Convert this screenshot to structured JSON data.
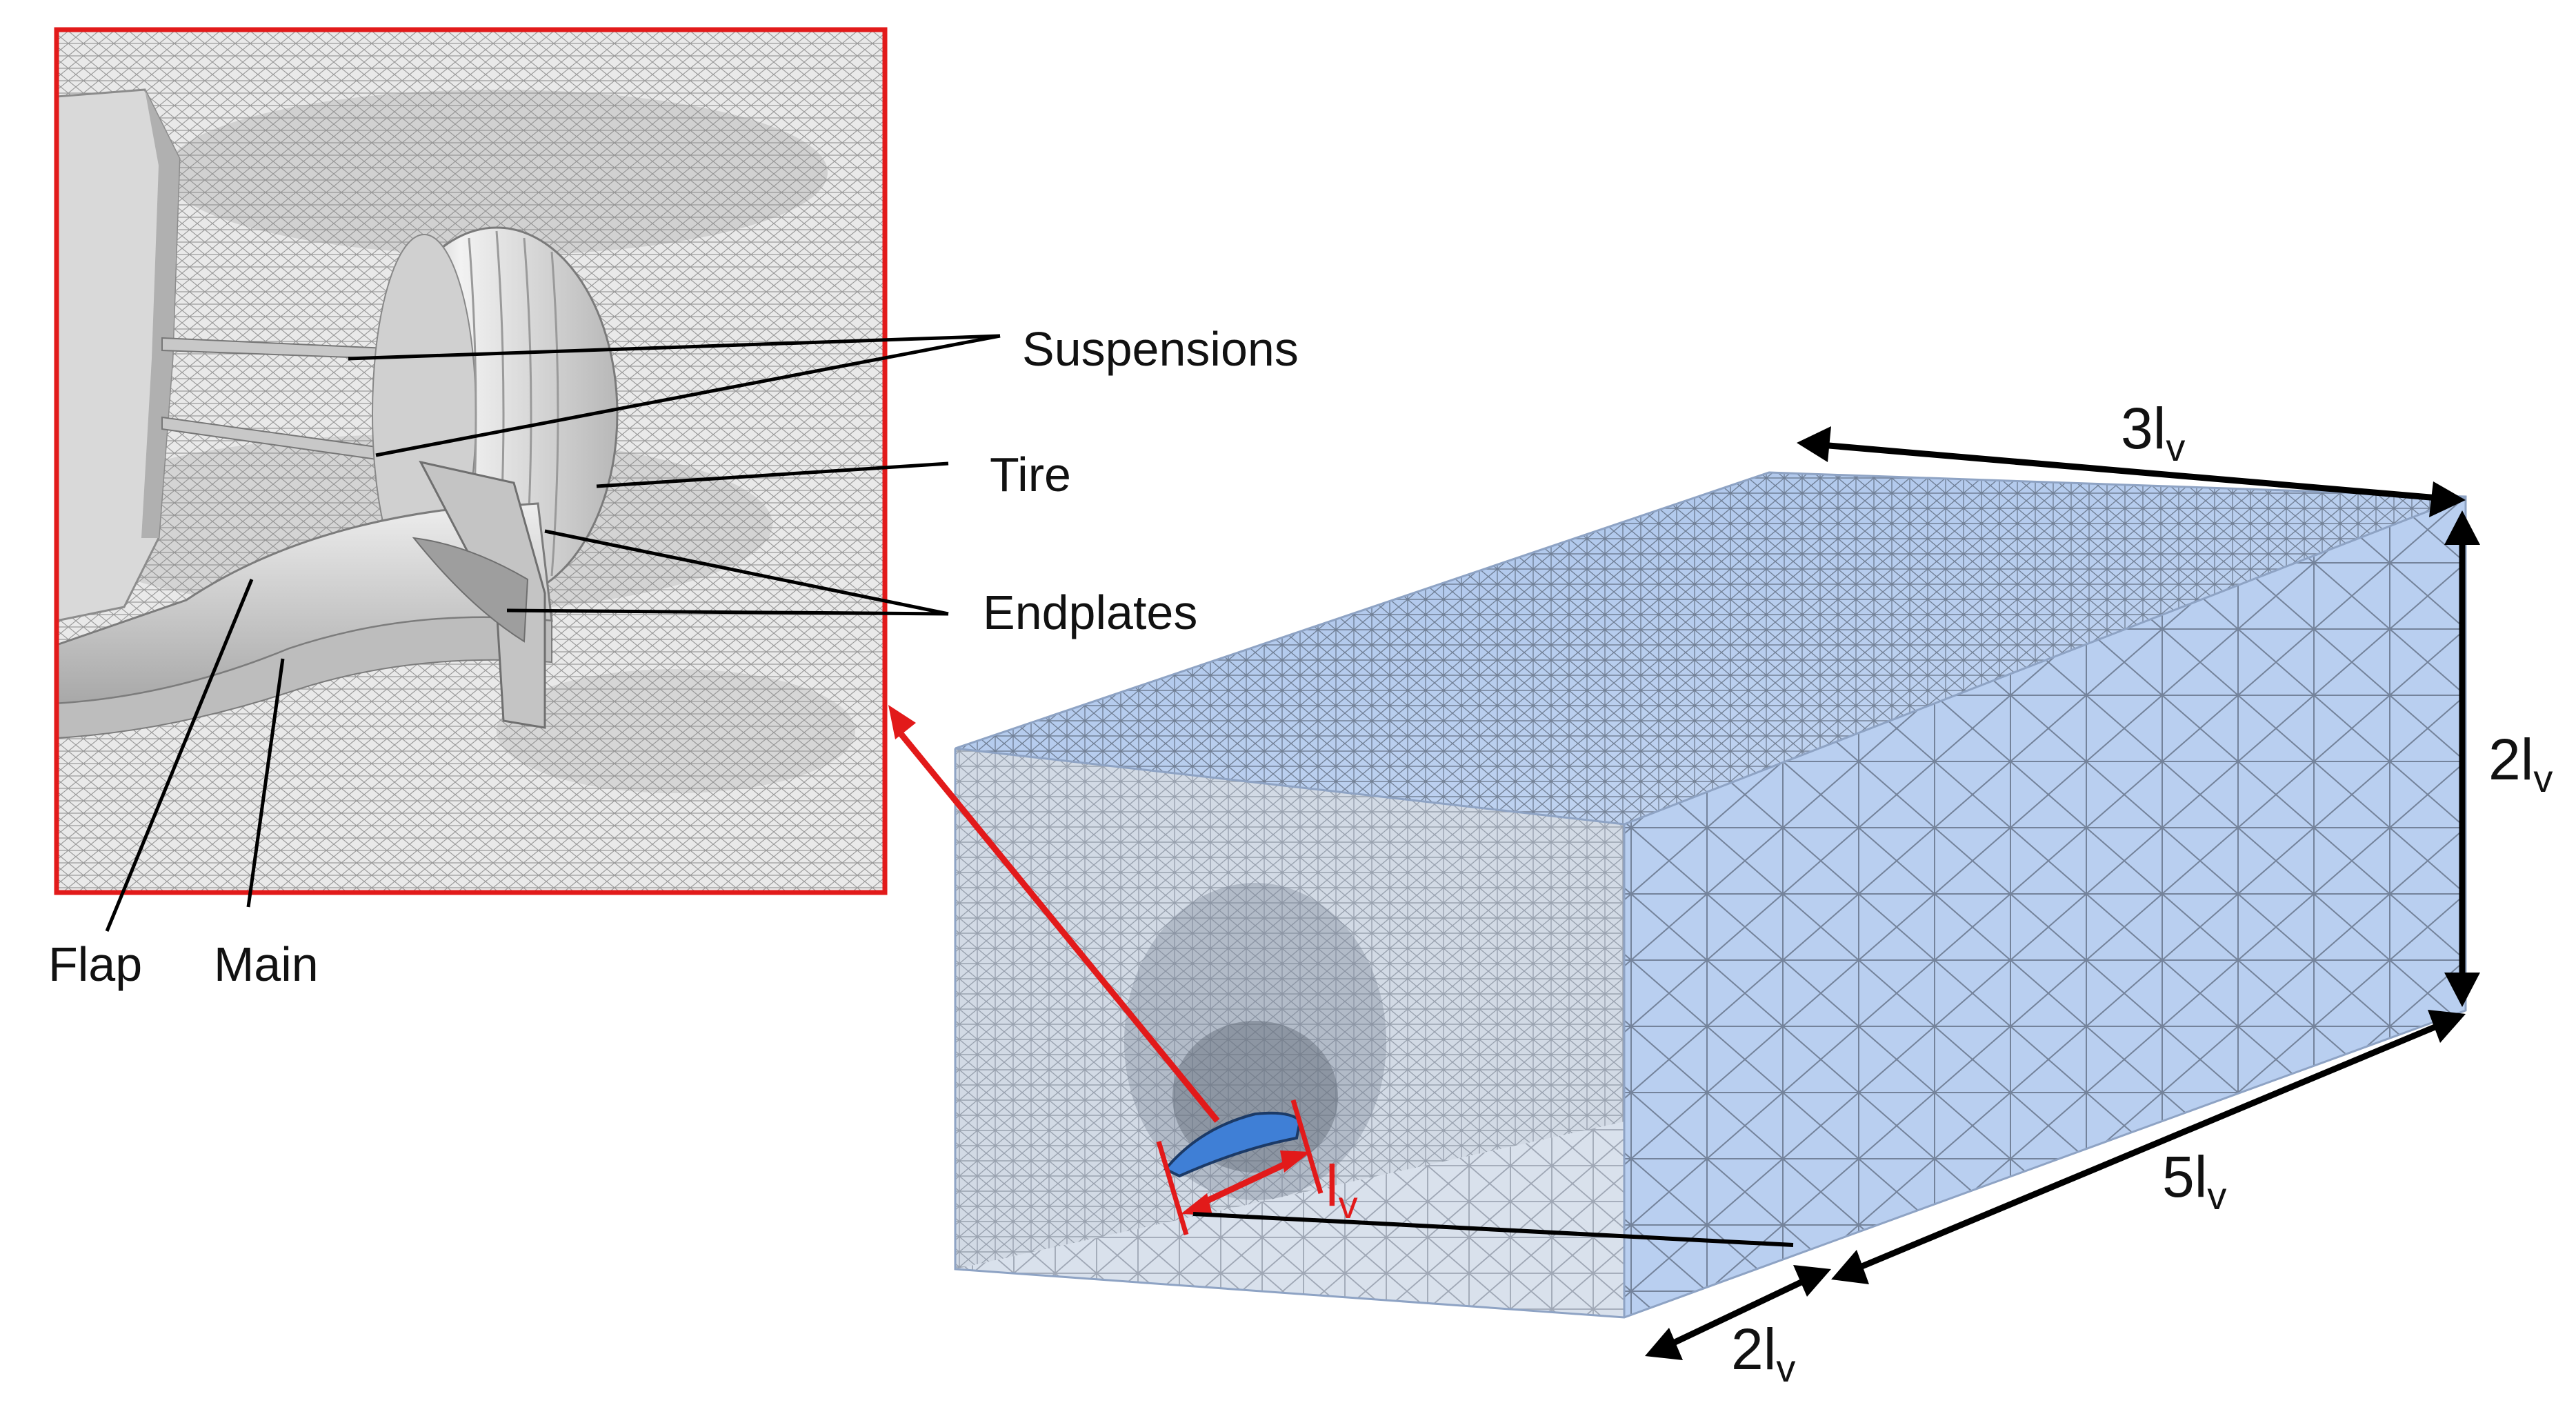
{
  "inset": {
    "labels": {
      "suspensions": "Suspensions",
      "tire": "Tire",
      "endplates": "Endplates",
      "flap": "Flap",
      "main": "Main"
    }
  },
  "domain_box": {
    "dim_width": {
      "base": "3l",
      "sub": "v"
    },
    "dim_height": {
      "base": "2l",
      "sub": "v"
    },
    "dim_length": {
      "base": "5l",
      "sub": "v"
    },
    "dim_front": {
      "base": "2l",
      "sub": "v"
    },
    "dim_model": {
      "base": "l",
      "sub": "v"
    }
  },
  "colors": {
    "inset_border": "#e21a1a",
    "dimension_arrow": "#000000",
    "model_arrow": "#e21a1a",
    "box_fill": "#b9cff0",
    "mesh_line": "#3a4250",
    "car_model": "#3f7fd6"
  }
}
